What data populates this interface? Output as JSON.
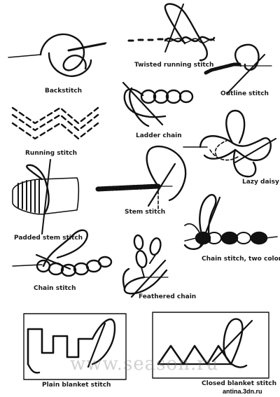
{
  "labels": {
    "twisted_running": "Twisted running stitch",
    "backstitch": "Backstitch",
    "outline": "Outline stitch",
    "ladder_chain": "Ladder chain",
    "running": "Running stitch",
    "lazy_daisy": "Lazy daisy",
    "stem": "Stem stitch",
    "padded_stem": "Padded stem stitch",
    "chain_two_colors": "Chain stitch, two colors",
    "chain": "Chain stitch",
    "feathered_chain": "Feathered chain",
    "plain_blanket": "Plain blanket stitch",
    "closed_blanket": "Closed blanket stitch"
  },
  "watermark": "www.season.ru",
  "credit": "antina.3dn.ru"
}
